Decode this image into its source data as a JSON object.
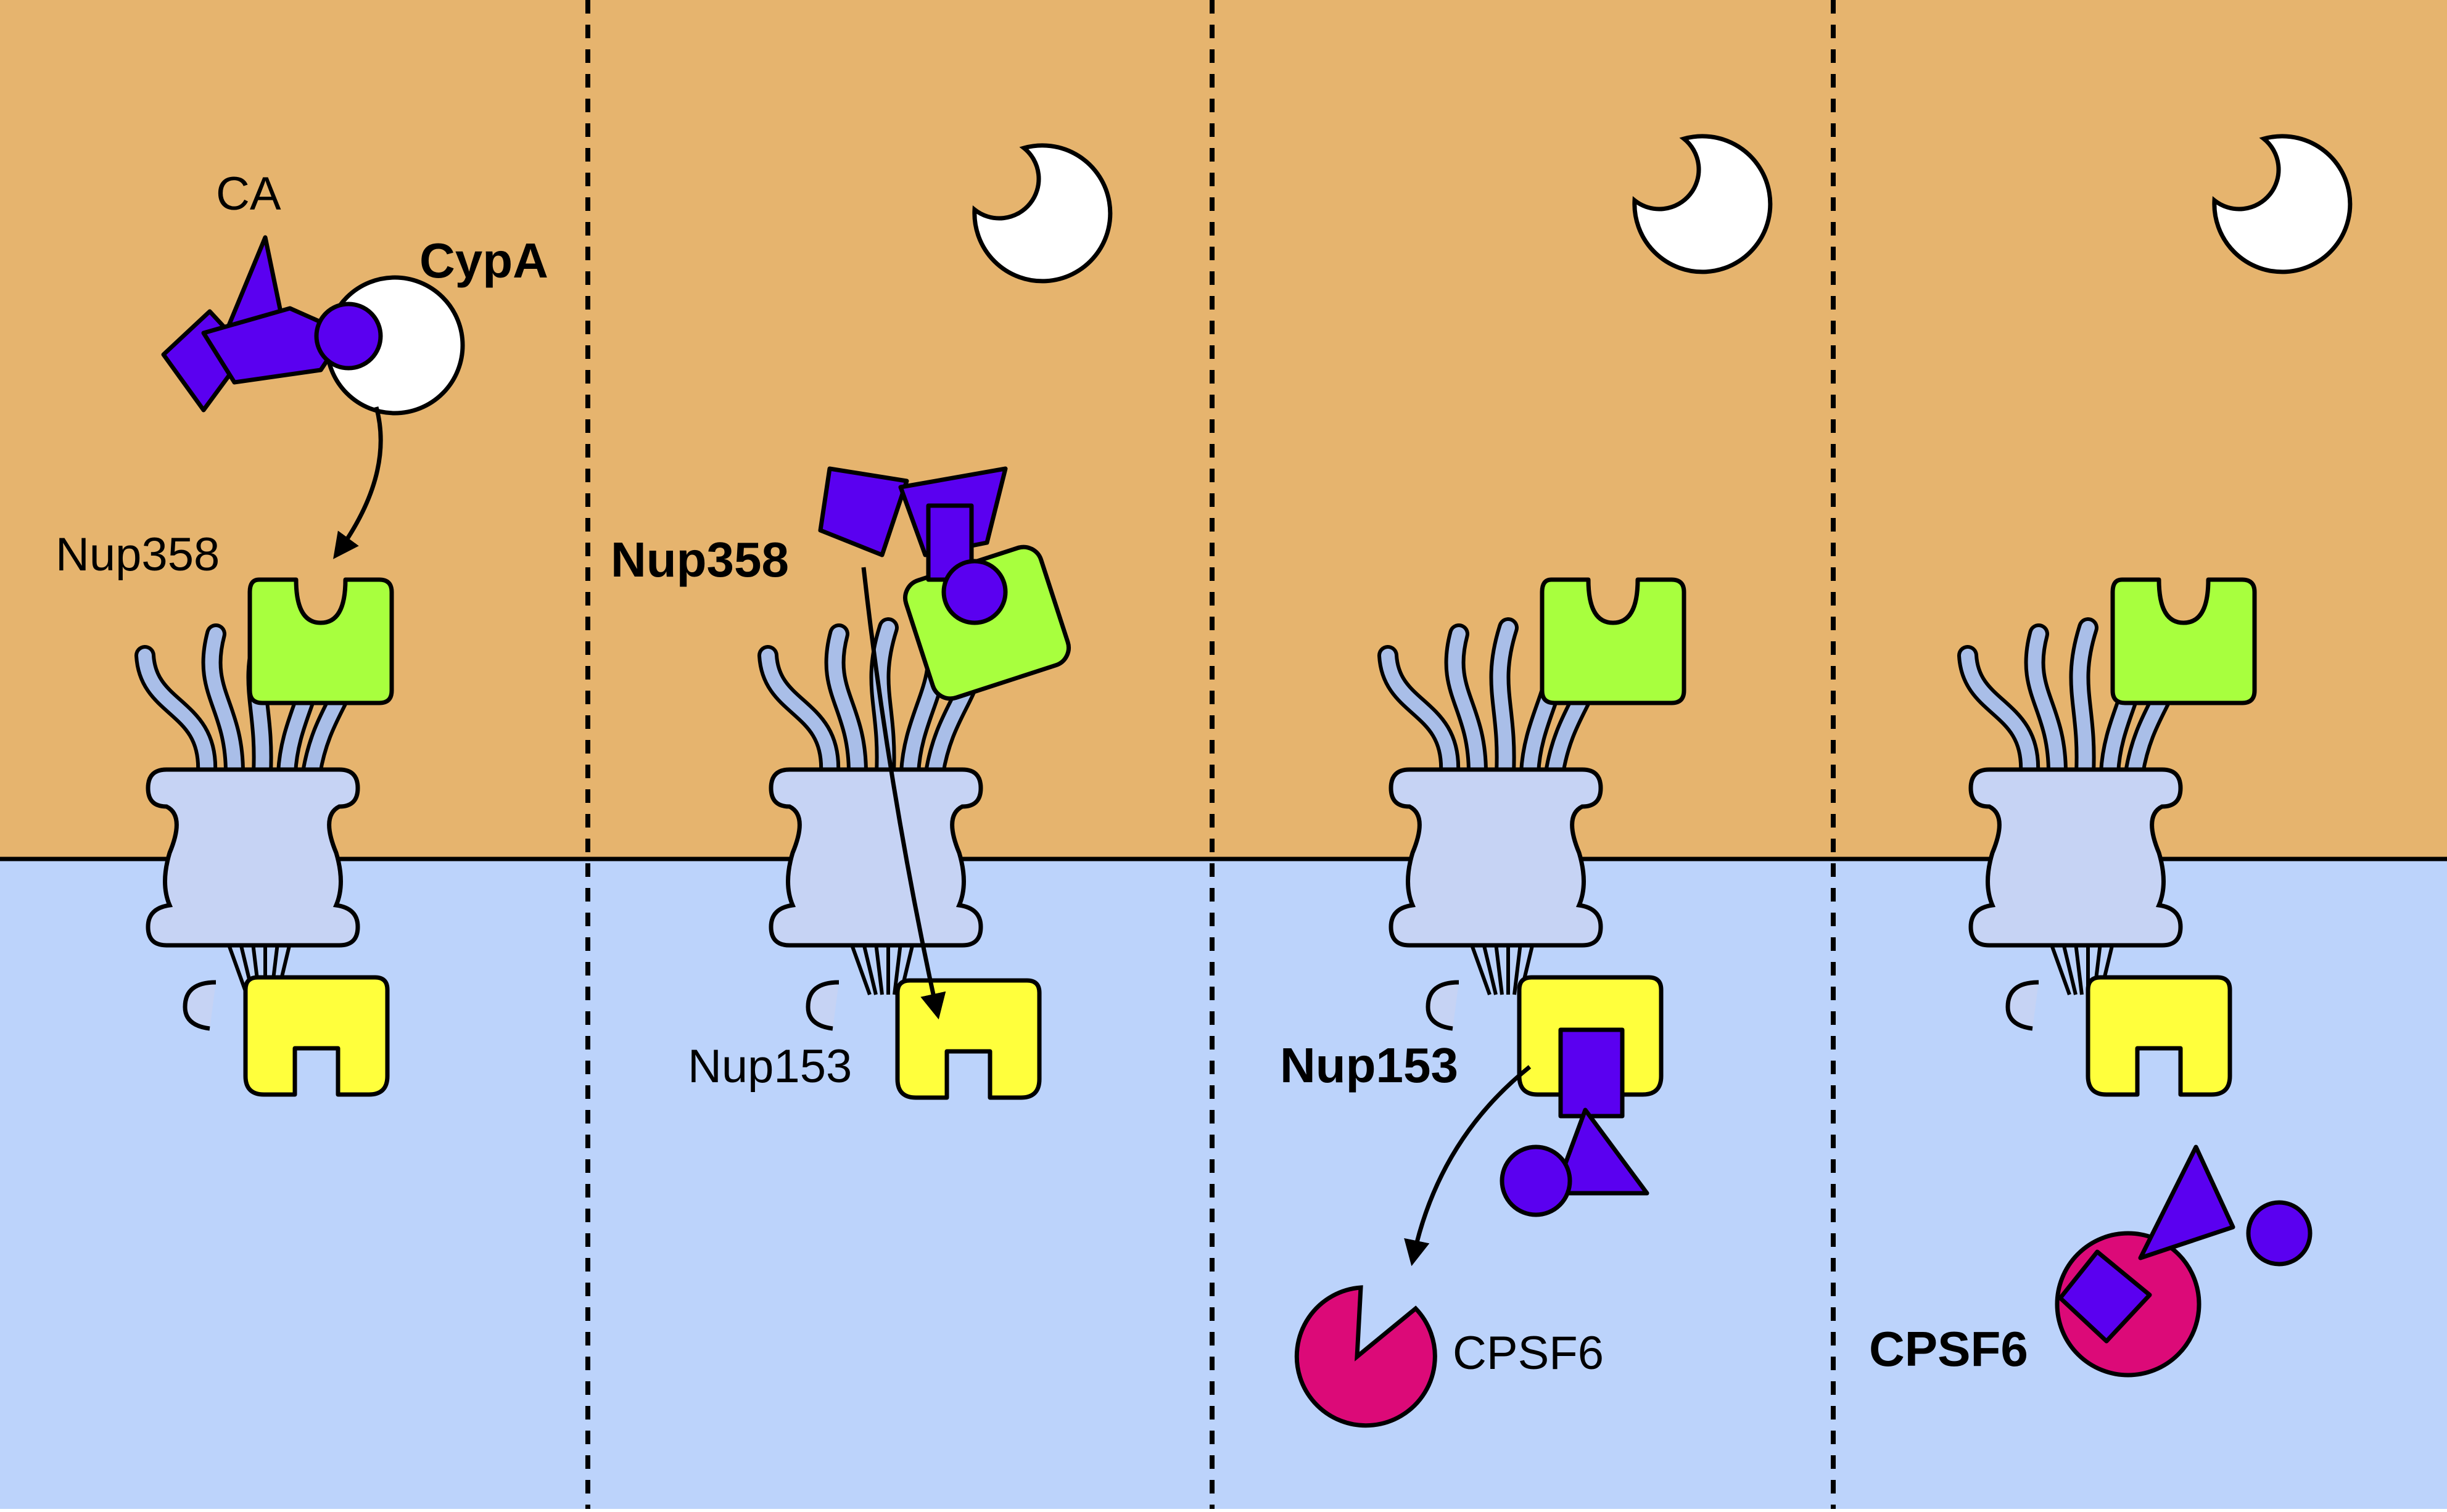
{
  "colors": {
    "cytoplasm": "#E6B46E",
    "nucleus": "#BCD3FB",
    "capsid_ca": "#5A00F0",
    "cypa": "#FFFFFF",
    "nup358": "#A8FF3E",
    "nup153": "#FFFF3C",
    "cpsf6": "#DC0A78",
    "nuclear_pore": "#C6D3F4",
    "filament": "#A9BEE8",
    "outline": "#000000"
  },
  "panels": [
    {
      "id": 1,
      "labels": {
        "ca": "CA",
        "cypa": "CypA",
        "nup358": "Nup358"
      }
    },
    {
      "id": 2,
      "labels": {
        "nup358": "Nup358",
        "nup153": "Nup153"
      }
    },
    {
      "id": 3,
      "labels": {
        "nup153": "Nup153",
        "cpsf6": "CPSF6"
      }
    },
    {
      "id": 4,
      "labels": {
        "cpsf6": "CPSF6"
      }
    }
  ]
}
